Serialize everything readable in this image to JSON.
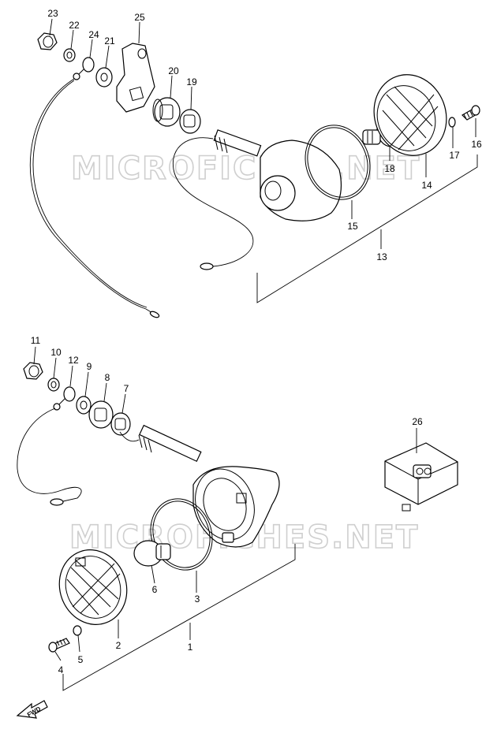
{
  "watermark": "MICROFICHES.NET",
  "direction_label": "FWD",
  "callouts": {
    "p1": "1",
    "p2": "2",
    "p3": "3",
    "p4": "4",
    "p5": "5",
    "p6": "6",
    "p7": "7",
    "p8": "8",
    "p9": "9",
    "p10": "10",
    "p11": "11",
    "p12": "12",
    "p13": "13",
    "p14": "14",
    "p15": "15",
    "p16": "16",
    "p17": "17",
    "p18": "18",
    "p19": "19",
    "p20": "20",
    "p21": "21",
    "p22": "22",
    "p23": "23",
    "p24": "24",
    "p25": "25",
    "p26": "26"
  }
}
